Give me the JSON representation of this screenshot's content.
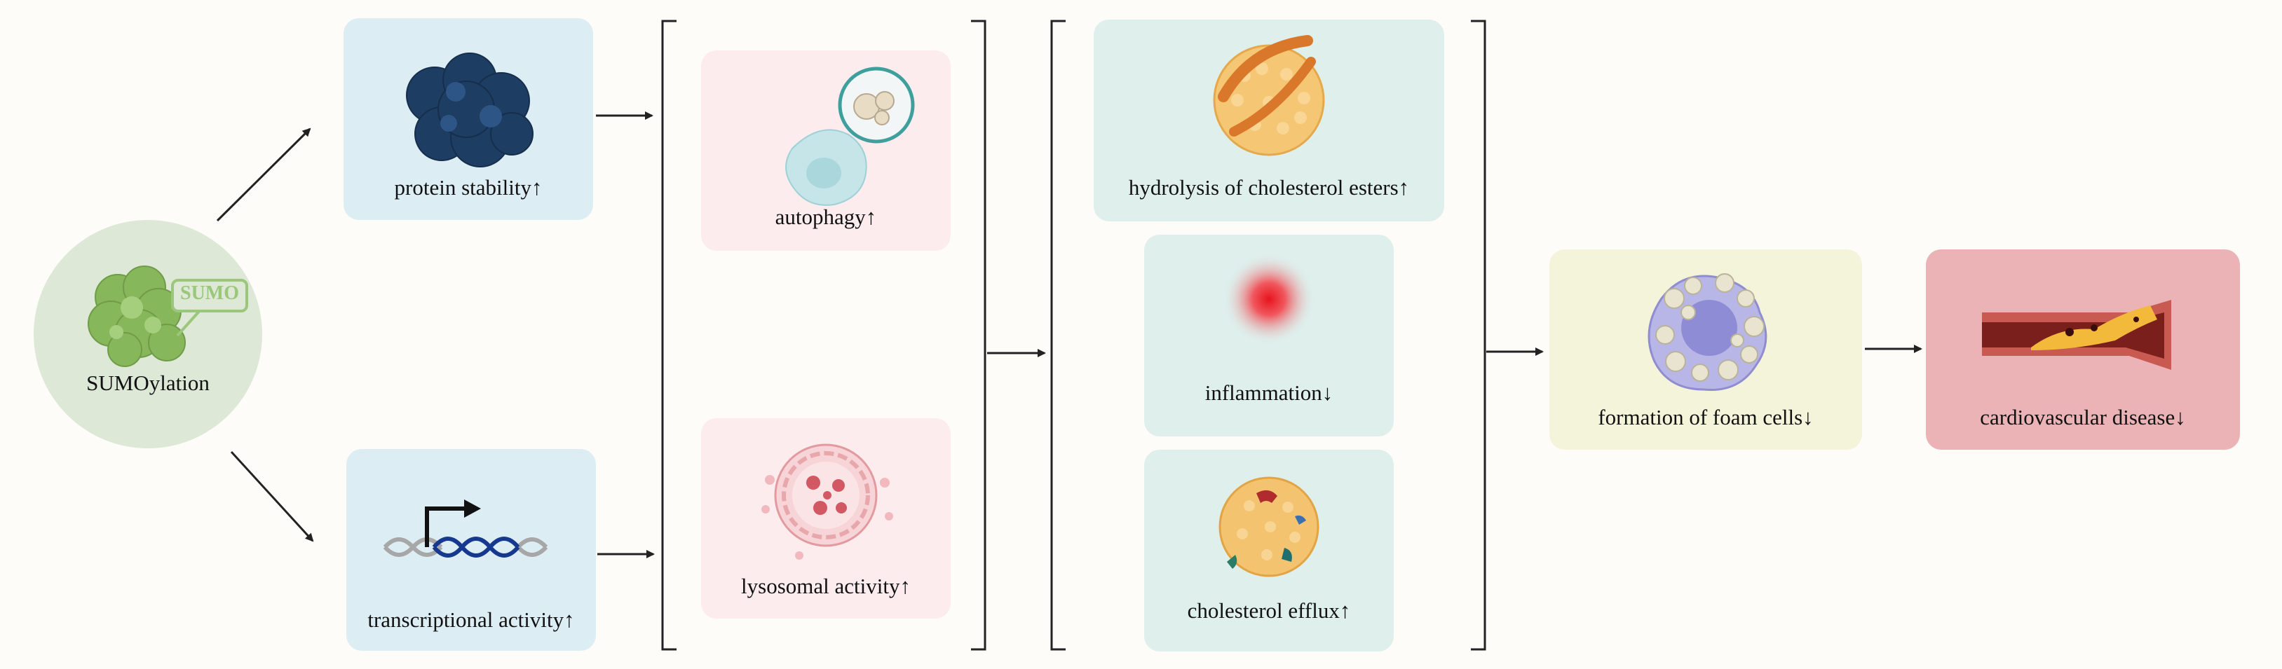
{
  "colors": {
    "background": "#fdfcf8",
    "blue_box": "#dcedf3",
    "pink_box": "#fcecee",
    "teal_box": "#deefec",
    "yellow_box": "#f3f4d9",
    "red_box": "#ebb3b6",
    "sumo_circle": "#dde8d7",
    "arrow": "#222222"
  },
  "sumoylation": {
    "label": "SUMOylation",
    "tag": "SUMO"
  },
  "level1": {
    "protein_stability": "protein stability↑",
    "transcriptional_activity": "transcriptional activity↑"
  },
  "level2": {
    "autophagy": "autophagy↑",
    "lysosomal_activity": "lysosomal activity↑"
  },
  "level3": {
    "hydrolysis": "hydrolysis of cholesterol esters↑",
    "inflammation": "inflammation↓",
    "cholesterol_efflux": "cholesterol efflux↑"
  },
  "outcome": {
    "foam_cells": "formation of foam cells↓",
    "cardiovascular": "cardiovascular disease↓"
  },
  "icons": [
    "sumo-protein-icon",
    "protein-cluster-icon",
    "dna-transcription-icon",
    "autophagy-cell-icon",
    "lysosome-icon",
    "lipid-droplet-icon",
    "inflammation-icon",
    "efflux-droplet-icon",
    "foam-cell-icon",
    "artery-plaque-icon"
  ]
}
